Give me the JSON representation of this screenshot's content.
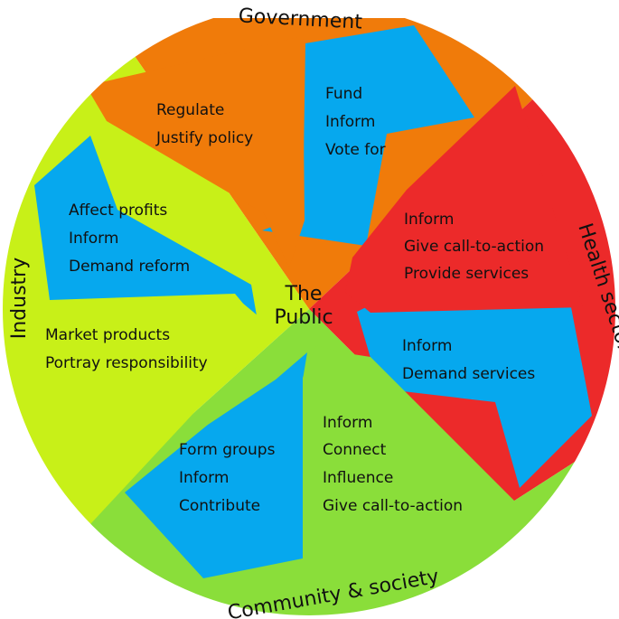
{
  "center": {
    "line1": "The",
    "line2": "Public"
  },
  "sectors": {
    "government": {
      "label": "Government",
      "color": "#f07b0a",
      "to_public": [
        "Regulate",
        "Justify policy"
      ],
      "from_public": [
        "Fund",
        "Inform",
        "Vote for"
      ]
    },
    "health": {
      "label": "Health sector",
      "color": "#ec2a2a",
      "to_public": [
        "Inform",
        "Give call-to-action",
        "Provide services"
      ],
      "from_public": [
        "Inform",
        "Demand services"
      ]
    },
    "community": {
      "label": "Community & society",
      "color": "#8ade3a",
      "to_public": [
        "Inform",
        "Connect",
        "Influence",
        "Give call-to-action"
      ],
      "from_public": [
        "Form groups",
        "Inform",
        "Contribute"
      ]
    },
    "industry": {
      "label": "Industry",
      "color": "#c8f018",
      "to_public": [
        "Market products",
        "Portray responsibility"
      ],
      "from_public": [
        "Affect profits",
        "Inform",
        "Demand reform"
      ]
    }
  },
  "colors": {
    "arrow_blue": "#06a8ee",
    "text": "#111111"
  }
}
